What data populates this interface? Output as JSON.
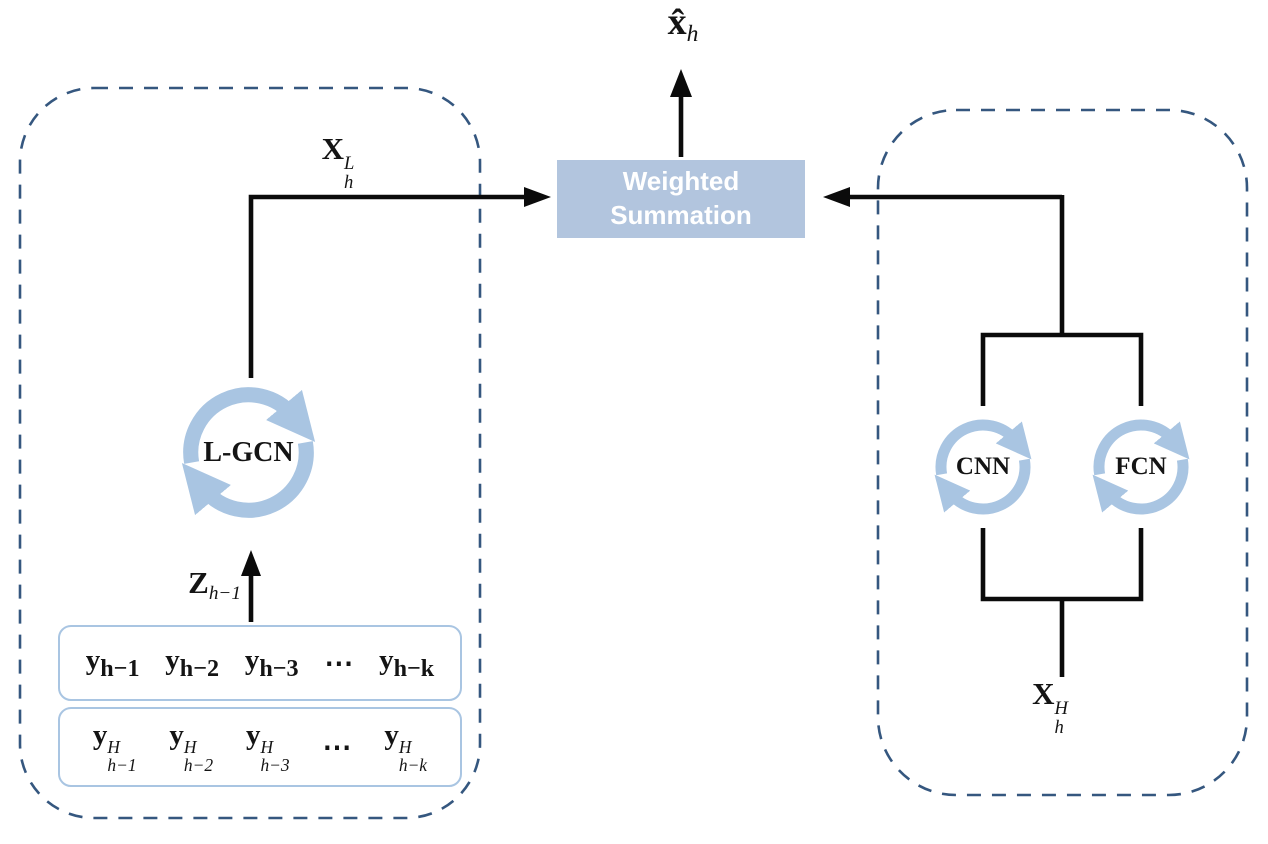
{
  "output_label": {
    "base": "x̂",
    "sub": "h"
  },
  "summation_box": {
    "line1": "Weighted",
    "line2": "Summation"
  },
  "left_panel": {
    "module": "L-GCN",
    "output_edge": {
      "base": "X",
      "sup": "L",
      "sub": "h"
    },
    "hidden_state_edge": {
      "base": "Z",
      "sub": "h−1"
    },
    "input_row_1": {
      "base": "y",
      "subs": [
        "h−1",
        "h−2",
        "h−3",
        "h−k"
      ],
      "ellipsis": "⋯"
    },
    "input_row_2": {
      "base": "y",
      "sup": "H",
      "subs": [
        "h−1",
        "h−2",
        "h−3",
        "h−k"
      ],
      "ellipsis": "⋯"
    }
  },
  "right_panel": {
    "module_1": "CNN",
    "module_2": "FCN",
    "input_edge": {
      "base": "X",
      "sup": "H",
      "sub": "h"
    }
  },
  "colors": {
    "panel_outline": "#35577f",
    "icon_blue": "#a9c5e2",
    "summation_box_fill": "#b2c5de",
    "summation_box_text": "#ffffff",
    "connector": "#0b0b0b",
    "input_box_border": "#a9c5e2"
  }
}
